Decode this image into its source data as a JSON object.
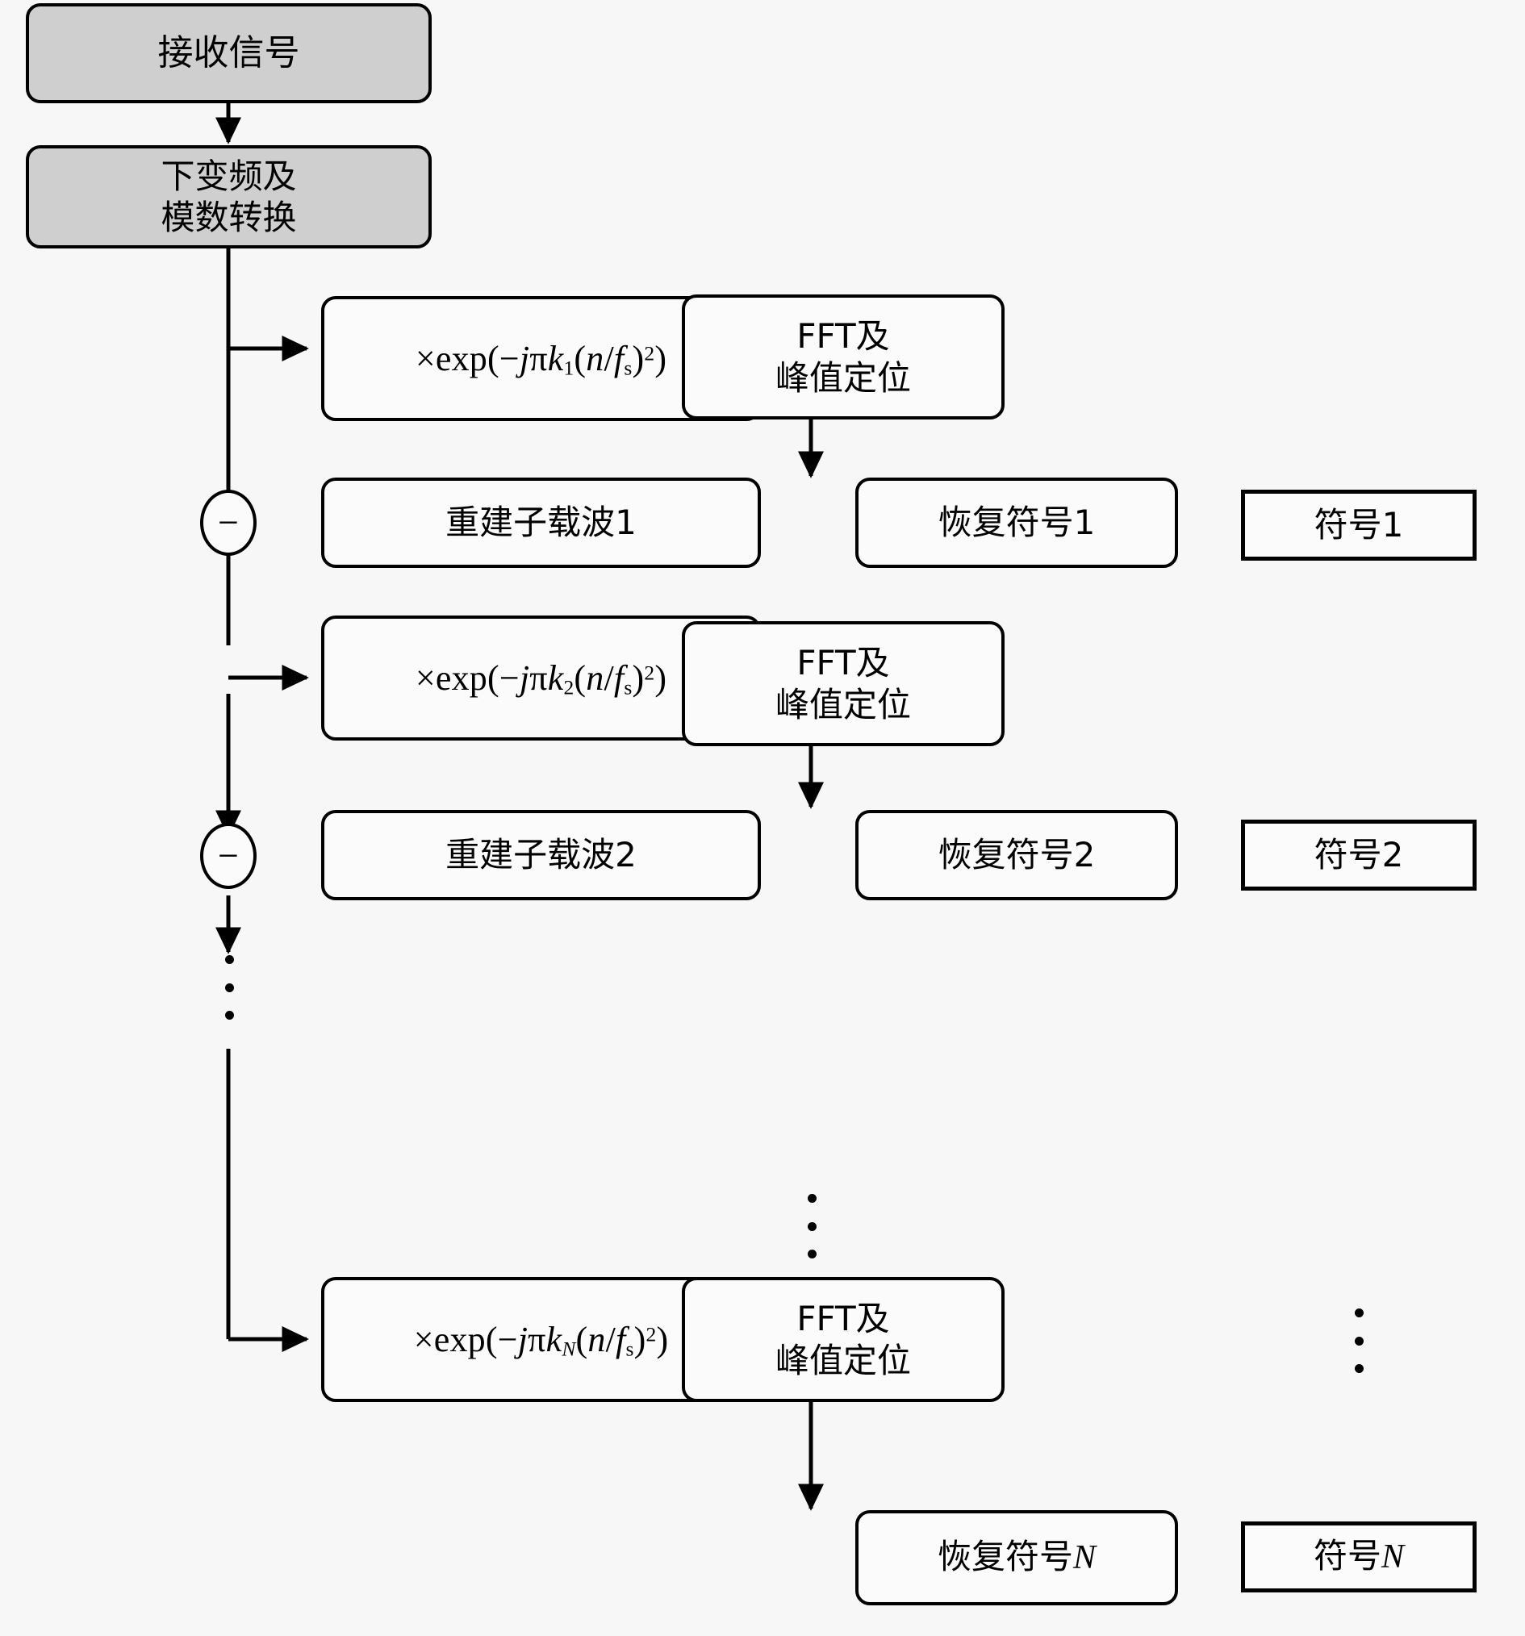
{
  "diagram": {
    "title": "Multi-subcarrier chirp receiver successive interference cancellation flowchart",
    "background_color": "#f7f7f7",
    "shaded_fill": "#cfcfcf",
    "node_fill": "#fbfbfb",
    "stroke_color": "#000000"
  },
  "nodes": {
    "received_signal": "接收信号",
    "downconvert_adc": "下变频及\n模数转换",
    "dechirp_1": {
      "prefix": "×exp(−j",
      "pi": "π",
      "k": "k",
      "sub": "1",
      "mid": "(n/f",
      "fsub": "s",
      "tail": ")²)"
    },
    "dechirp_2": {
      "sub": "2"
    },
    "dechirp_N": {
      "sub": "N"
    },
    "fft_peak": "FFT及\n峰值定位",
    "rebuild_1": "重建子载波1",
    "rebuild_2": "重建子载波2",
    "recover_1": "恢复符号1",
    "recover_2": "恢复符号2",
    "recover_N_pre": "恢复符号",
    "recover_N_sub": "N",
    "symbol_1": "符号1",
    "symbol_2": "符号2",
    "symbol_N_pre": "符号",
    "symbol_N_sub": "N",
    "minus_sign": "−"
  },
  "formula_text": {
    "row1": "×exp(−jπk₁(n/fs)²)",
    "row2": "×exp(−jπk₂(n/fs)²)",
    "rowN": "×exp(−jπkN(n/fs)²)"
  },
  "ellipsis": {
    "left_label": "vertical-ellipsis",
    "middle_label": "vertical-ellipsis",
    "right_label": "vertical-ellipsis",
    "dot_count": 3
  }
}
